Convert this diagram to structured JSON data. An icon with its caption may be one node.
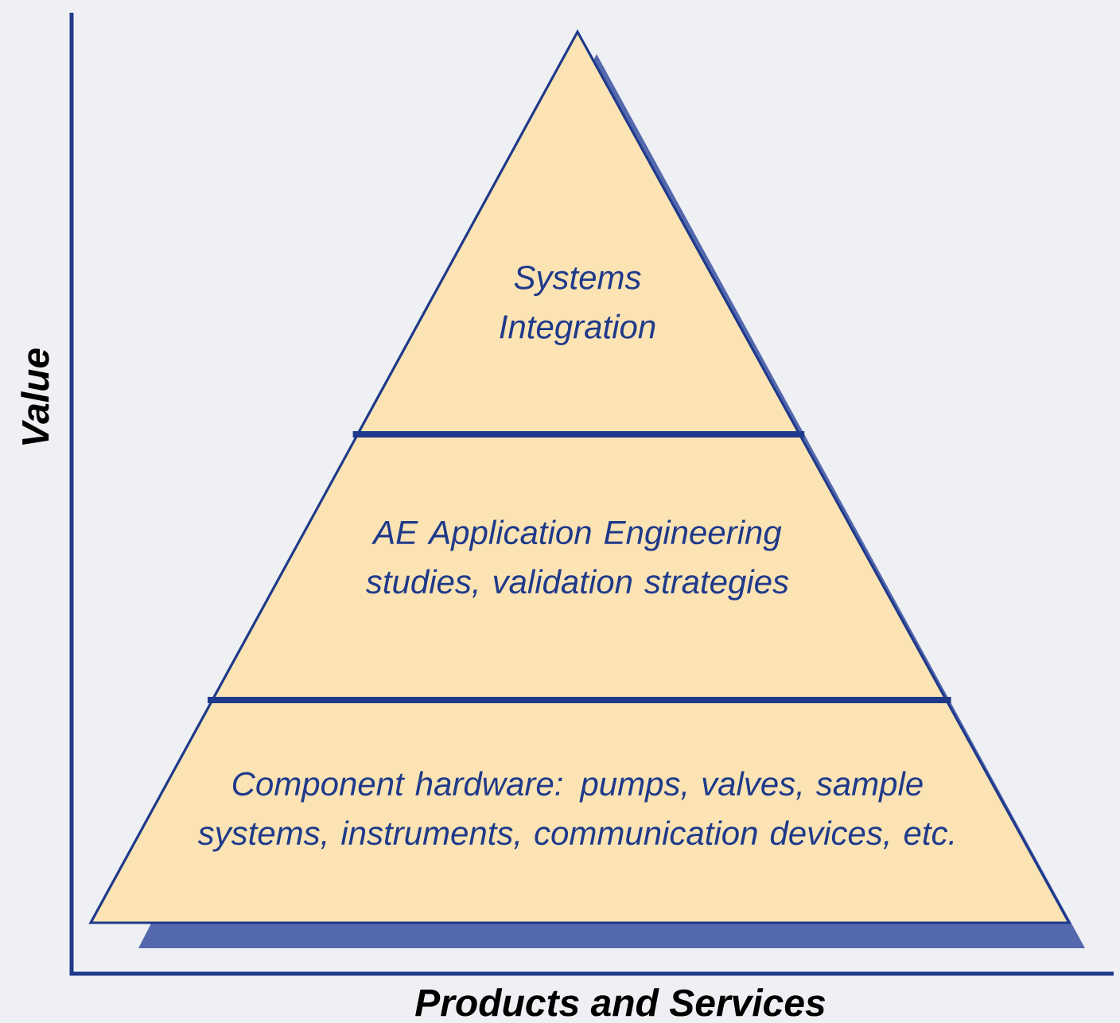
{
  "diagram": {
    "nodes": [
      {
        "text": [
          "Systems Integration"
        ]
      },
      {
        "text": [
          "AE Application Engineering studies, validation strategies"
        ]
      },
      {
        "text": [
          "Component hardware: pumps, valves, sample systems, instruments, communication devices, etc."
        ]
      }
    ],
    "labels": [
      "Value",
      "Products and Services"
    ]
  }
}
